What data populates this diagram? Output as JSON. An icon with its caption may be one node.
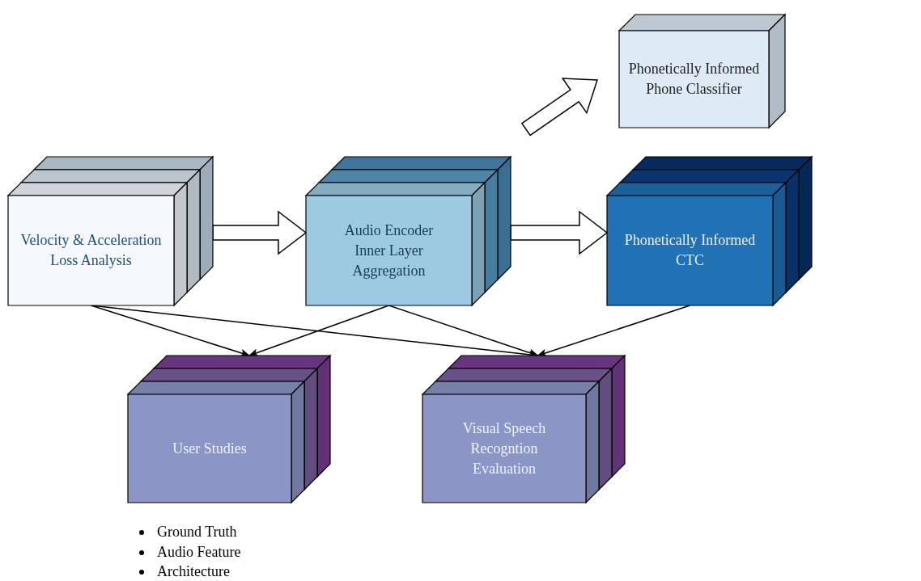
{
  "diagram": {
    "nodes": [
      {
        "text": [
          "Velocity & Acceleration Loss Analysis"
        ]
      },
      {
        "text": [
          "Audio Encoder Inner Layer Aggregation"
        ]
      },
      {
        "text": [
          "Phonetically Informed CTC"
        ]
      },
      {
        "text": [
          "Phonetically Informed Phone Classifier"
        ]
      },
      {
        "text": [
          "User Studies"
        ]
      },
      {
        "text": [
          "Visual Speech Recogntion Evaluation"
        ]
      }
    ],
    "edges": [
      {
        "from": 0,
        "to": 1,
        "arrow": "to",
        "style": "thick"
      },
      {
        "from": 1,
        "to": 2,
        "arrow": "to",
        "style": "thick"
      },
      {
        "from": 1,
        "to": 3,
        "arrow": "to",
        "style": "thick"
      },
      {
        "from": 0,
        "to": 4,
        "arrow": "to"
      },
      {
        "from": 0,
        "to": 5,
        "arrow": "to"
      },
      {
        "from": 1,
        "to": 4,
        "arrow": "to"
      },
      {
        "from": 1,
        "to": 5,
        "arrow": "to"
      },
      {
        "from": 2,
        "to": 5,
        "arrow": "to"
      }
    ],
    "labels": [
      "Ground Truth",
      "Audio Feature",
      "Architecture"
    ]
  }
}
